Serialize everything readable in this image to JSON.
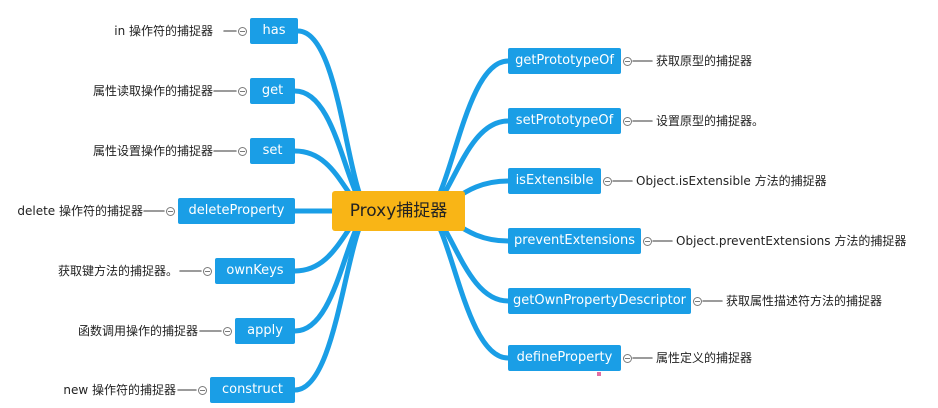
{
  "center": {
    "label": "Proxy捕捉器"
  },
  "left_nodes": [
    {
      "label": "has",
      "desc": "in 操作符的捕捉器"
    },
    {
      "label": "get",
      "desc": "属性读取操作的捕捉器"
    },
    {
      "label": "set",
      "desc": "属性设置操作的捕捉器"
    },
    {
      "label": "deleteProperty",
      "desc": "delete 操作符的捕捉器"
    },
    {
      "label": "ownKeys",
      "desc": "获取键方法的捕捉器。"
    },
    {
      "label": "apply",
      "desc": "函数调用操作的捕捉器"
    },
    {
      "label": "construct",
      "desc": "new 操作符的捕捉器"
    }
  ],
  "right_nodes": [
    {
      "label": "getPrototypeOf",
      "desc": "获取原型的捕捉器"
    },
    {
      "label": "setPrototypeOf",
      "desc": "设置原型的捕捉器。"
    },
    {
      "label": "isExtensible",
      "desc": "Object.isExtensible 方法的捕捉器"
    },
    {
      "label": "preventExtensions",
      "desc": "Object.preventExtensions 方法的捕捉器"
    },
    {
      "label": "getOwnPropertyDescriptor",
      "desc": "获取属性描述符方法的捕捉器"
    },
    {
      "label": "defineProperty",
      "desc": "属性定义的捕捉器"
    }
  ],
  "colors": {
    "branch": "#1a9ee6",
    "center": "#f9b516",
    "connector": "#7a7a7a"
  }
}
